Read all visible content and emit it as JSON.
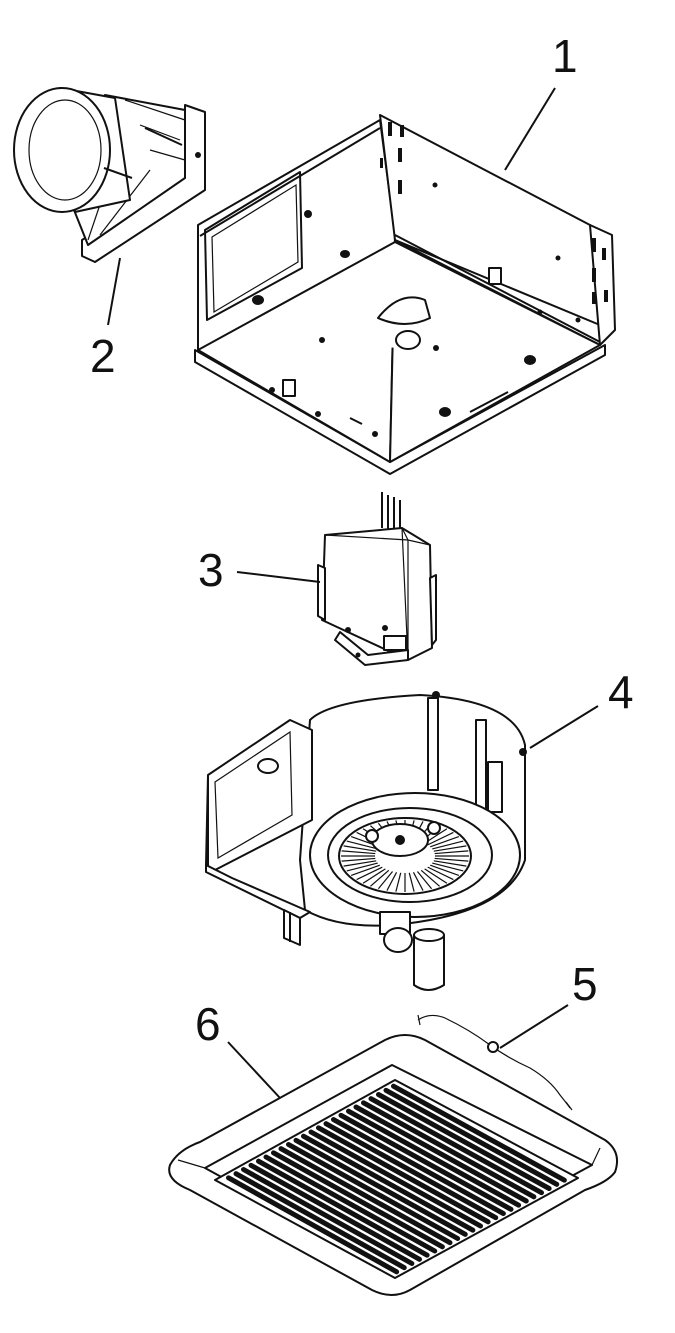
{
  "colors": {
    "ink": "#111111",
    "paper": "#ffffff"
  },
  "callouts": {
    "part_1": "1",
    "part_2": "2",
    "part_3": "3",
    "part_4": "4",
    "part_5": "5",
    "part_6": "6"
  }
}
